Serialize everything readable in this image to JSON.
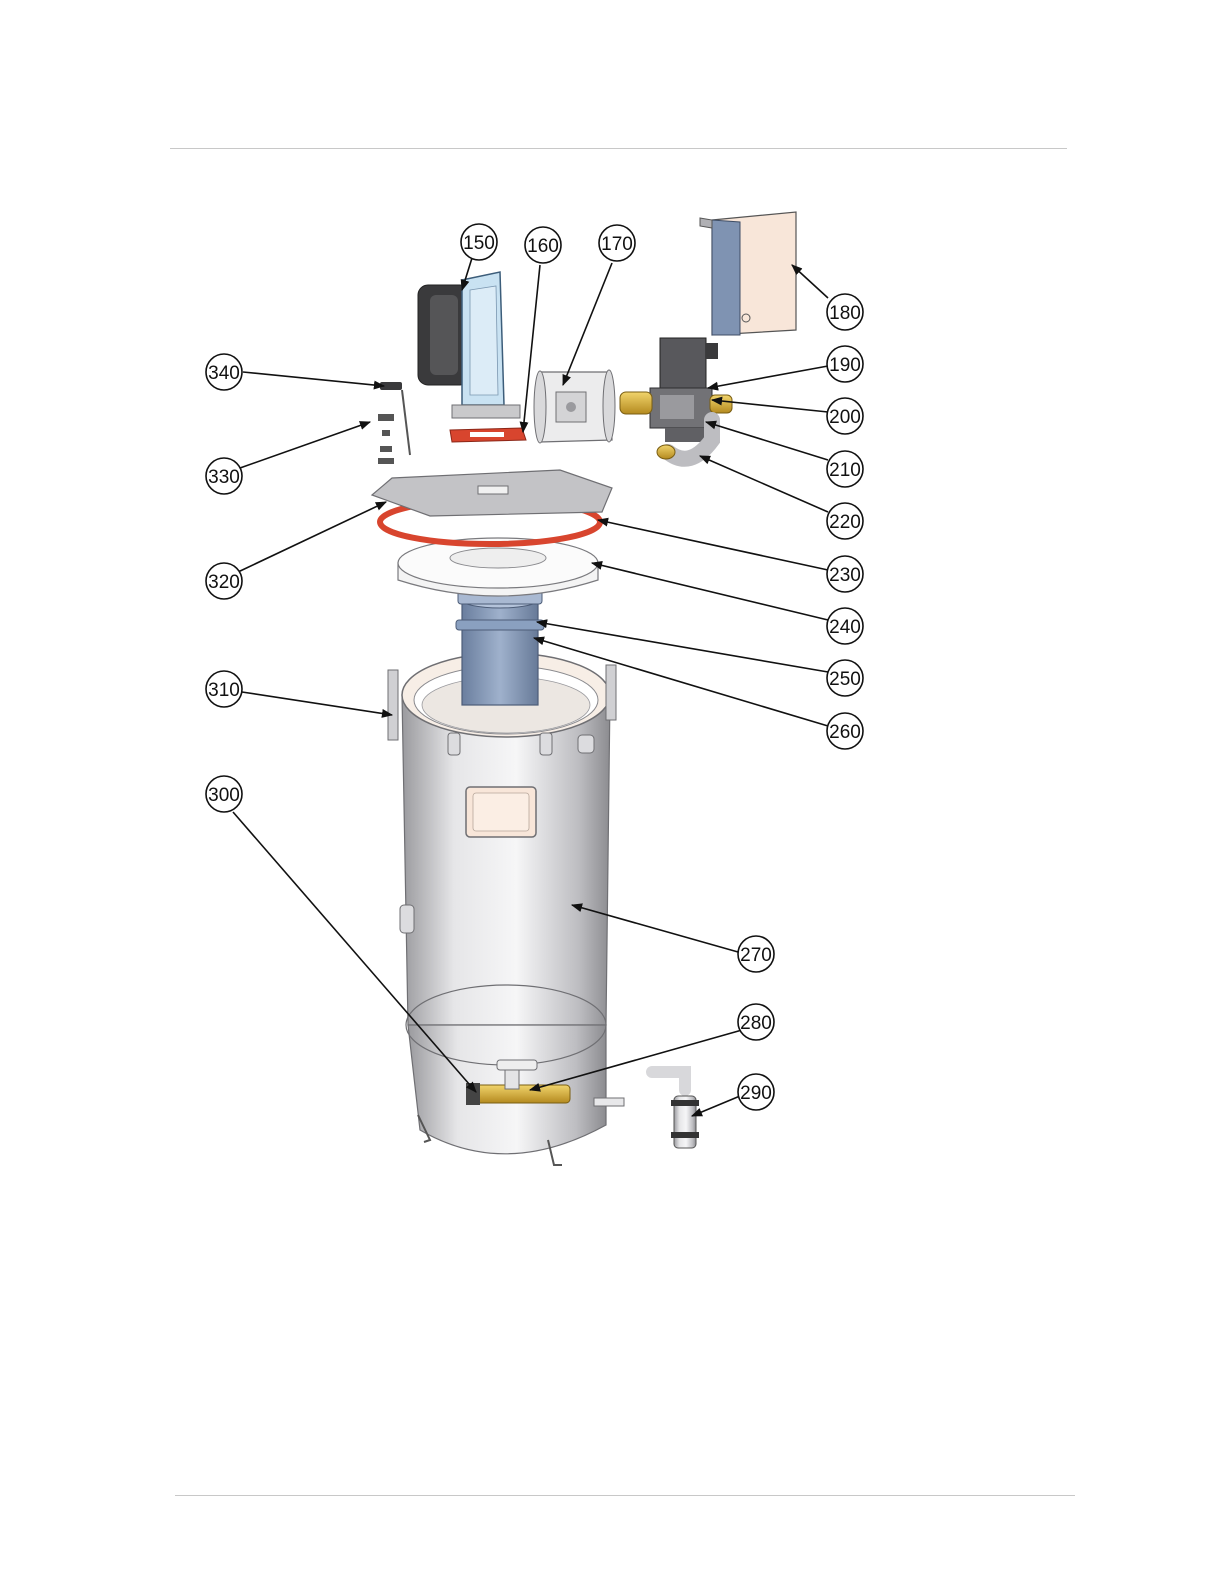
{
  "colors": {
    "steel": "#c9c9cb",
    "steel_dark": "#8e8e92",
    "gasket_red": "#d8452e",
    "brass": "#d8b23a",
    "blue_steel": "#7f93b2",
    "peach_panel": "#f8e6d9",
    "dark_fan": "#3a3a3c",
    "line": "#111111"
  },
  "callouts": [
    {
      "id": "150",
      "label": "150"
    },
    {
      "id": "160",
      "label": "160"
    },
    {
      "id": "170",
      "label": "170"
    },
    {
      "id": "180",
      "label": "180"
    },
    {
      "id": "190",
      "label": "190"
    },
    {
      "id": "200",
      "label": "200"
    },
    {
      "id": "210",
      "label": "210"
    },
    {
      "id": "220",
      "label": "220"
    },
    {
      "id": "230",
      "label": "230"
    },
    {
      "id": "240",
      "label": "240"
    },
    {
      "id": "250",
      "label": "250"
    },
    {
      "id": "260",
      "label": "260"
    },
    {
      "id": "270",
      "label": "270"
    },
    {
      "id": "280",
      "label": "280"
    },
    {
      "id": "290",
      "label": "290"
    },
    {
      "id": "300",
      "label": "300"
    },
    {
      "id": "310",
      "label": "310"
    },
    {
      "id": "320",
      "label": "320"
    },
    {
      "id": "330",
      "label": "330"
    },
    {
      "id": "340",
      "label": "340"
    }
  ]
}
